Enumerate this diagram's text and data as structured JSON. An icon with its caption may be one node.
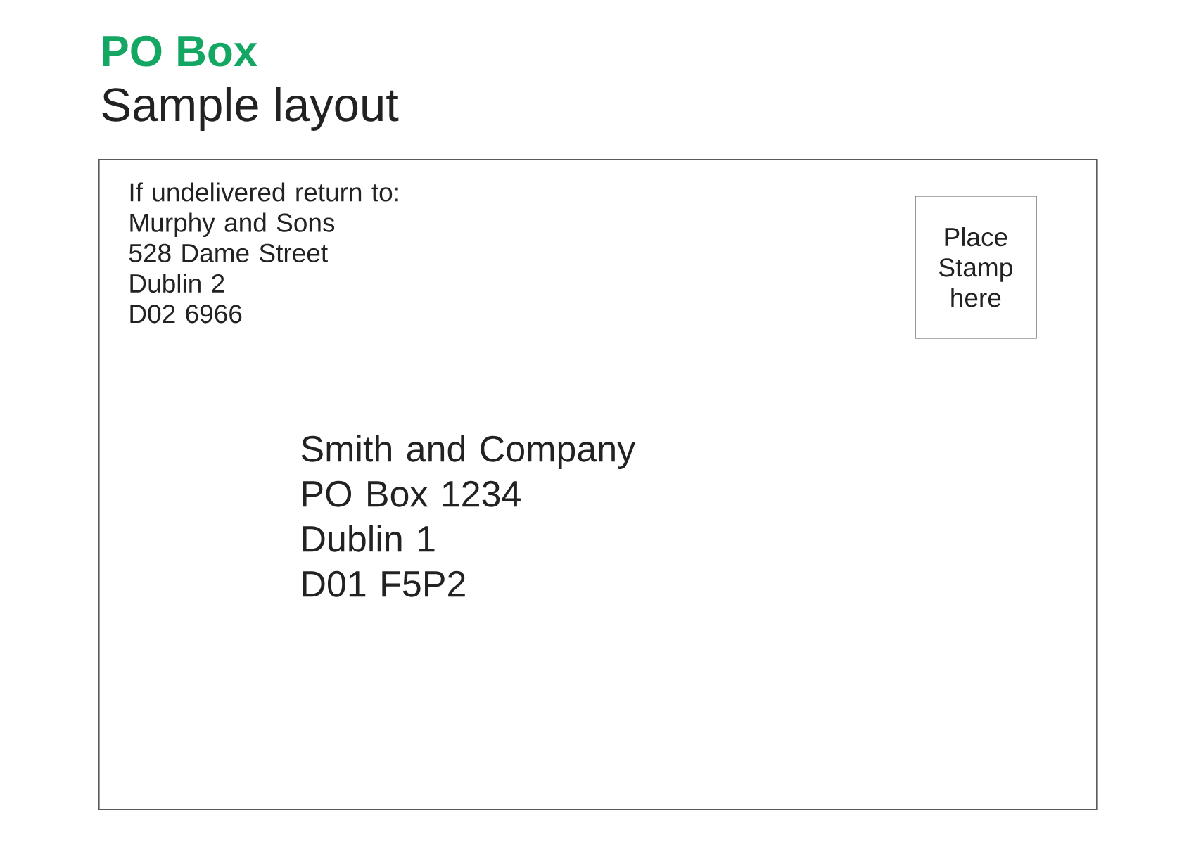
{
  "diagram": {
    "title": "PO Box",
    "nodes": [
      {
        "text": [
          "If undelivered return to: Murphy and Sons 528 Dame Street Dublin 2 D02 6966",
          "Smith and Company PO Box 1234 Dublin 1 D01 F5P2"
        ]
      },
      {
        "text": [
          "Place Stamp here"
        ],
        "in": 0
      }
    ],
    "labels": [
      "Sample layout"
    ]
  }
}
